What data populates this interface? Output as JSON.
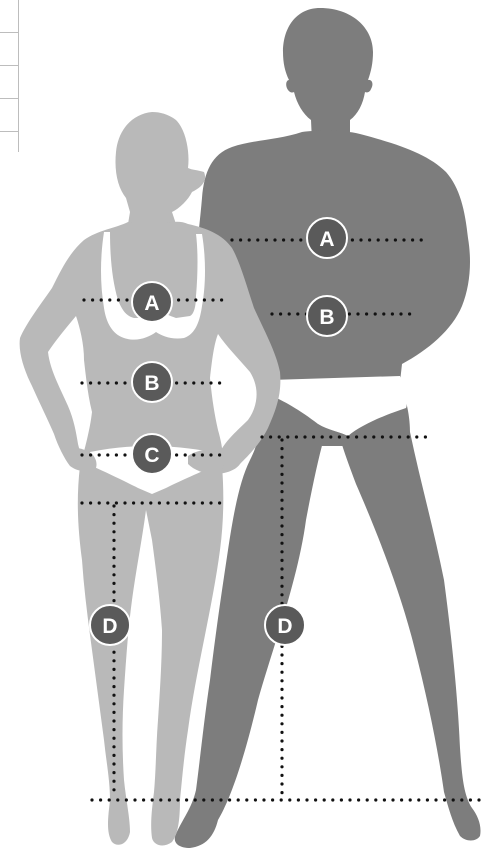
{
  "colors": {
    "man_silhouette": "#7d7d7d",
    "woman_silhouette": "#b9b9b9",
    "underwear": "#ffffff",
    "marker_fill": "#5a5a5a",
    "marker_text": "#ffffff",
    "dotted_line": "#111111",
    "background": "#ffffff"
  },
  "woman": {
    "markers": {
      "chest": "A",
      "waist": "B",
      "hips": "C",
      "leg": "D"
    }
  },
  "man": {
    "markers": {
      "chest": "A",
      "waist": "B",
      "leg": "D"
    }
  }
}
